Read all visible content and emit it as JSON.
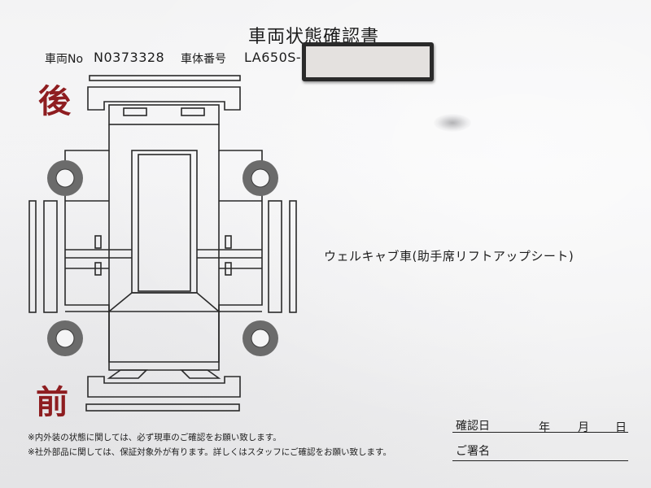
{
  "document": {
    "title": "車両状態確認書",
    "vehicle_no_label": "車両No",
    "vehicle_no_value": "N0373328",
    "chassis_label": "車体番号",
    "chassis_value": "LA650S-"
  },
  "diagram": {
    "rear_label": "後",
    "front_label": "前"
  },
  "option_text": "ウェルキャブ車(助手席リフトアップシート)",
  "notes": [
    "※内外装の状態に関しては、必ず現車のご確認をお願い致します。",
    "※社外部品に関しては、保証対象外が有ります。詳しくはスタッフにご確認をお願い致します。"
  ],
  "signature": {
    "date_label": "確認日",
    "year": "年",
    "month": "月",
    "day": "日",
    "name_label": "ご署名"
  },
  "colors": {
    "kanji_red": "#8e1d20",
    "ink": "#1c1c1c",
    "tire_gray": "#6b6b6b"
  }
}
